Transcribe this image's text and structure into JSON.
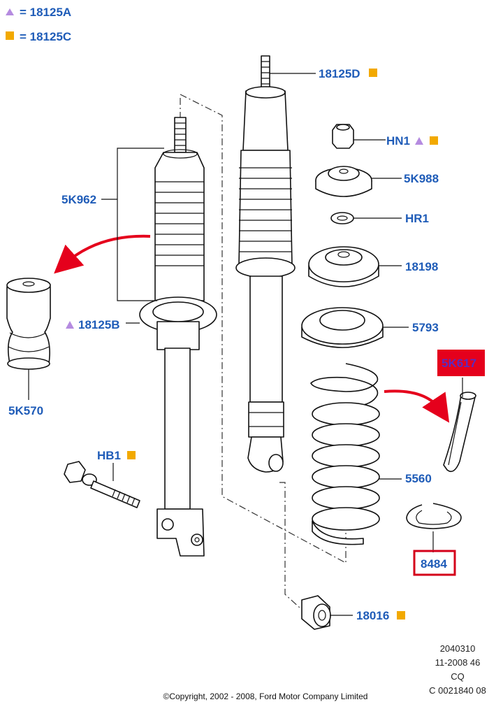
{
  "legend": [
    {
      "symbol": "triangle",
      "text": "= 18125A"
    },
    {
      "symbol": "square",
      "text": "= 18125C"
    }
  ],
  "labels": {
    "p18125D": "18125D",
    "hn1": "HN1",
    "p5K988": "5K988",
    "hr1": "HR1",
    "p18198": "18198",
    "p5793": "5793",
    "p5K617": "5K617",
    "p5560": "5560",
    "p8484": "8484",
    "p18016": "18016",
    "p5K962": "5K962",
    "p18125B": "18125B",
    "p5K570": "5K570",
    "hb1": "HB1"
  },
  "footer": {
    "line1": "2040310",
    "line2": "11-2008 46",
    "line3": "CQ",
    "line4": "C 0021840 08"
  },
  "copyright": "©Copyright, 2002 - 2008, Ford Motor Company Limited",
  "colors": {
    "label_text": "#1f5cb8",
    "triangle_marker": "#b58be0",
    "square_marker": "#f2a900",
    "highlight_fill": "#e5001c",
    "highlight_border": "#d4001a",
    "highlight_text_on_fill": "#5a2bbf",
    "arrow": "#e5001c"
  }
}
